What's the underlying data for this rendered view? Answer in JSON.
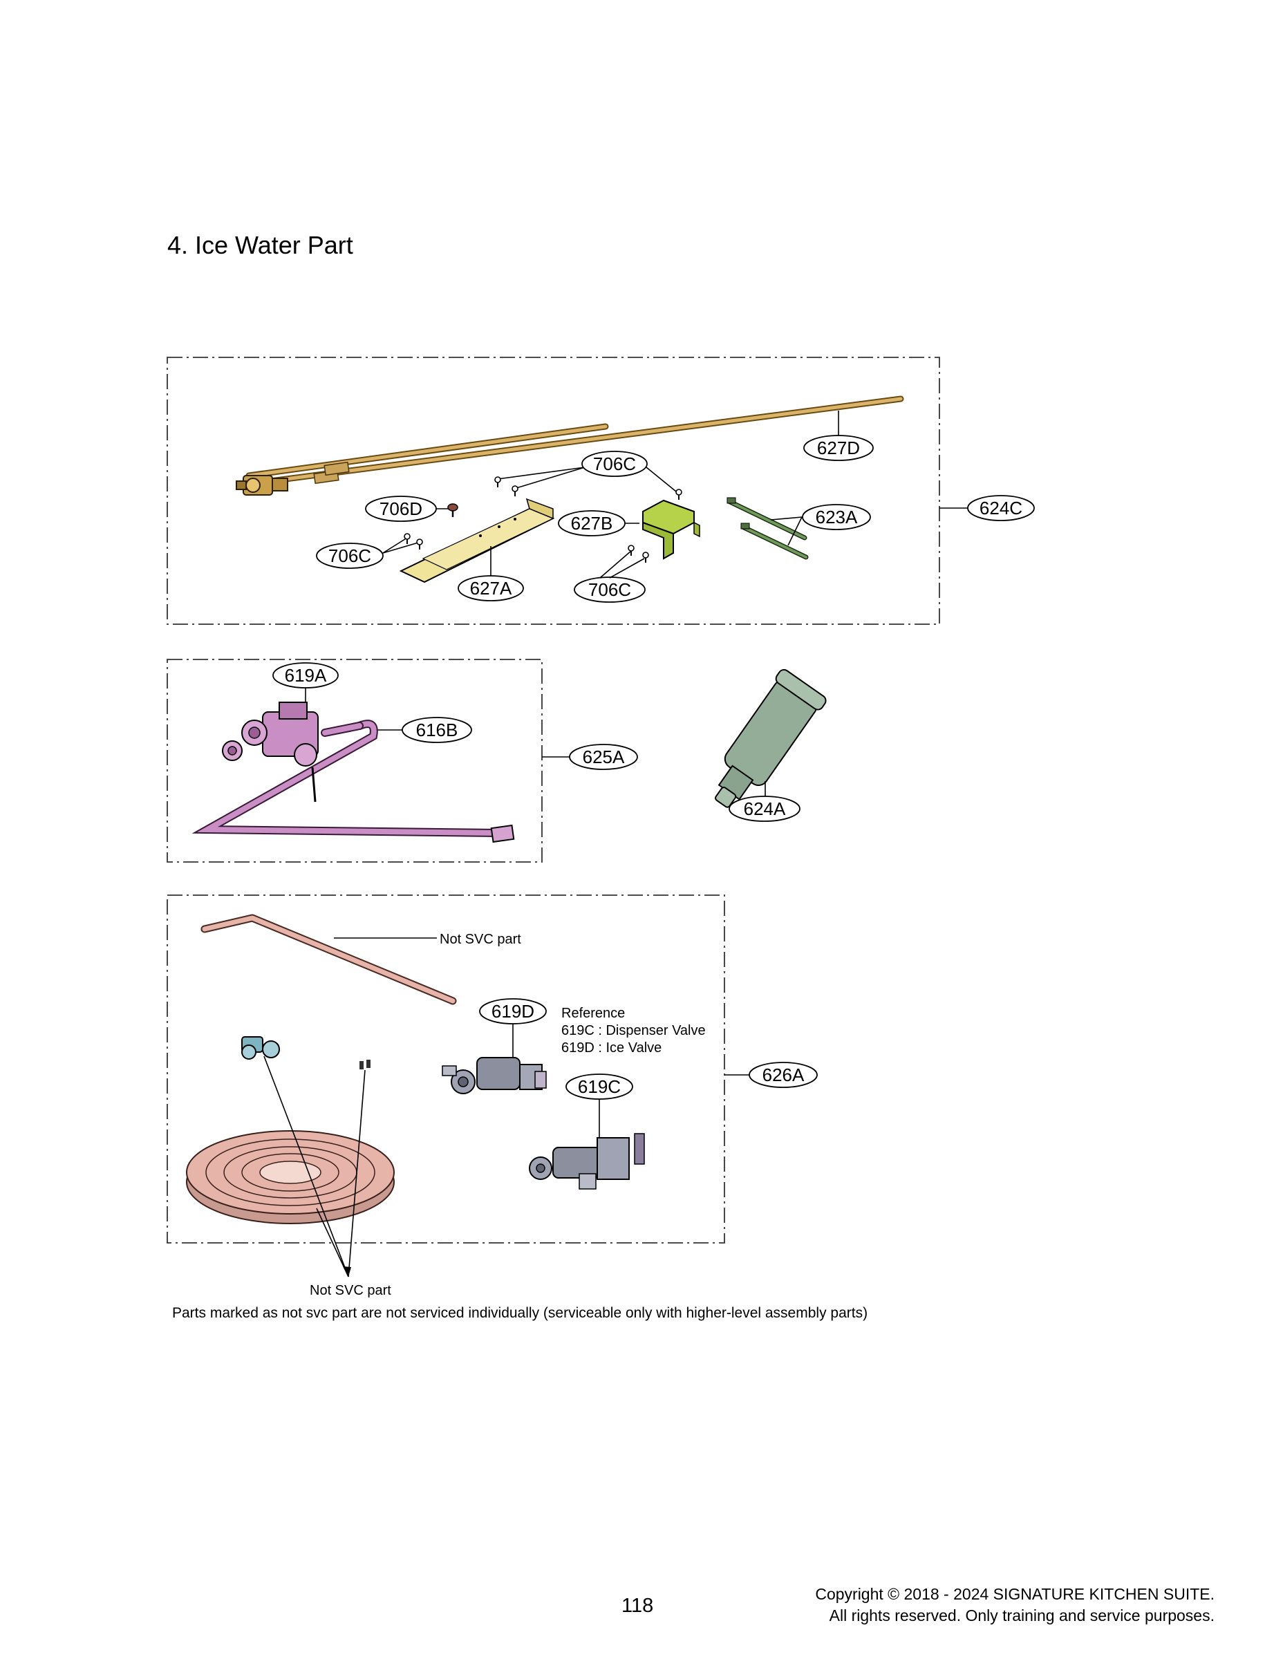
{
  "page": {
    "title": "4. Ice Water Part",
    "note": "Parts marked as not svc part are not serviced individually (serviceable only with higher-level assembly parts)",
    "page_number": "118",
    "copyright_line1": "Copyright © 2018 - 2024 SIGNATURE KITCHEN SUITE.",
    "copyright_line2": "All rights reserved. Only training and service purposes."
  },
  "groups": {
    "top": {
      "label": "624C"
    },
    "middle": {
      "label": "625A"
    },
    "bottom": {
      "label": "626A"
    }
  },
  "callouts": {
    "c627D": "627D",
    "c706C_top": "706C",
    "c706D": "706D",
    "c627B": "627B",
    "c623A": "623A",
    "c706C_left": "706C",
    "c627A": "627A",
    "c706C_bottom": "706C",
    "c619A": "619A",
    "c616B": "616B",
    "c624A": "624A",
    "c619D": "619D",
    "c619C": "619C"
  },
  "text_labels": {
    "not_svc_tube": "Not SVC part",
    "not_svc_coil": "Not SVC part",
    "reference_title": "Reference",
    "reference_619C": "619C : Dispenser Valve",
    "reference_619D": "619D : Ice Valve"
  },
  "colors": {
    "tube_tan": "#d9b46a",
    "bracket_yellow": "#f0e39a",
    "bracket_green": "#b6d24a",
    "strap_green": "#6f9a5a",
    "valve_pink": "#c98fc4",
    "filter_green": "#94ad98",
    "tube_salmon": "#e6b4a8",
    "valve_grey": "#8b8f9e"
  }
}
